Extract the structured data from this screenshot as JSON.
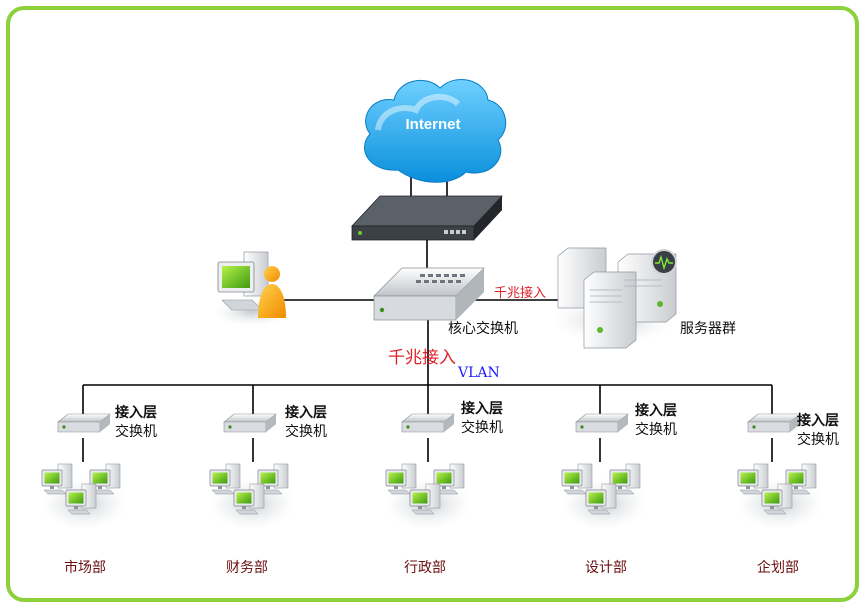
{
  "internet_label": "Internet",
  "core_switch_label": "核心交换机",
  "server_group_label": "服务器群",
  "gigabit_link_label": "千兆接入",
  "gigabit_uplink_label": "千兆接入",
  "vlan_label": "VLAN",
  "access_switches": [
    {
      "line1": "接入层",
      "line2": "交换机",
      "department": "市场部"
    },
    {
      "line1": "接入层",
      "line2": "交换机",
      "department": "财务部"
    },
    {
      "line1": "接入层",
      "line2": "交换机",
      "department": "行政部"
    },
    {
      "line1": "接入层",
      "line2": "交换机",
      "department": "设计部"
    },
    {
      "line1": "接入层",
      "line2": "交换机",
      "department": "企划部"
    }
  ],
  "colors": {
    "frame": "#8cd03c",
    "cloud": "#1aa3e8",
    "label_red": "#e0202a",
    "vlan_blue": "#1919ff",
    "department": "#6b0f10"
  }
}
